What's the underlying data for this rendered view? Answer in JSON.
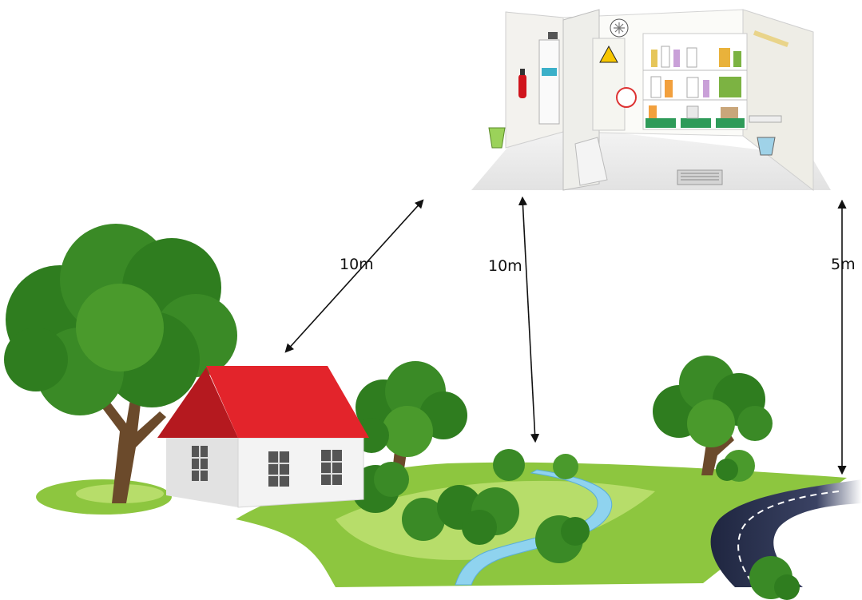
{
  "distances": {
    "house": "10m",
    "stream": "10m",
    "road": "5m"
  },
  "colors": {
    "roof": "#e3242b",
    "tree_dark": "#2f7d1f",
    "tree_light": "#4a9a2c",
    "grass": "#8dc63f",
    "grass_light": "#b7dd6a",
    "water": "#8fd3ef",
    "road": "#2b3453",
    "arrow": "#111111"
  }
}
